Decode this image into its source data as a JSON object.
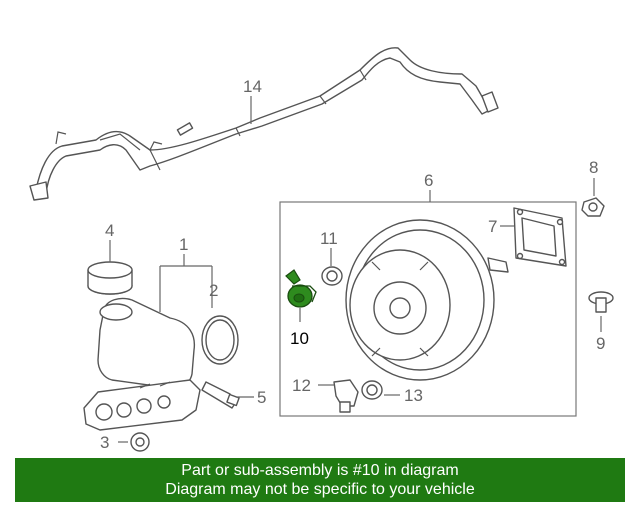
{
  "callouts": {
    "c1": "1",
    "c2": "2",
    "c3": "3",
    "c4": "4",
    "c5": "5",
    "c6": "6",
    "c7": "7",
    "c8": "8",
    "c9": "9",
    "c10": "10",
    "c11": "11",
    "c12": "12",
    "c13": "13",
    "c14": "14"
  },
  "highlight": {
    "part_number": "10",
    "color": "#1f7a12"
  },
  "banner": {
    "line1": "Part or sub-assembly is #10 in diagram",
    "line2": "Diagram may not be specific to your vehicle",
    "color": "#1f7a12"
  }
}
